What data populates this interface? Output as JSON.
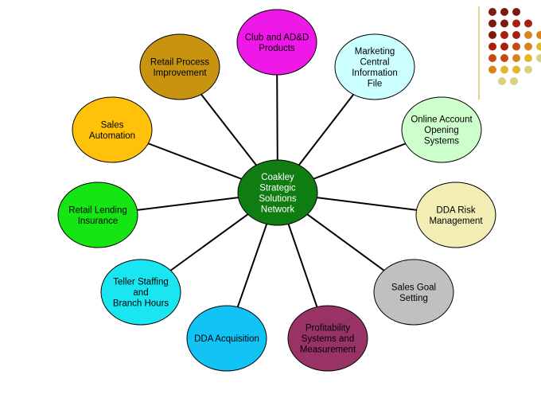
{
  "hub": {
    "label_lines": [
      "Coakley",
      "Strategic",
      "Solutions",
      "Network"
    ],
    "color": "#0f7d12"
  },
  "nodes": [
    {
      "id": "club-and-add-products",
      "label_lines": [
        "Club and AD&D",
        "Products"
      ],
      "color": "#f018e8"
    },
    {
      "id": "marketing-central-information-file",
      "label_lines": [
        "Marketing",
        "Central",
        "Information",
        "File"
      ],
      "color": "#ccffff"
    },
    {
      "id": "online-account-opening-systems",
      "label_lines": [
        "Online Account",
        "Opening",
        "Systems"
      ],
      "color": "#ccffcc"
    },
    {
      "id": "dda-risk-management",
      "label_lines": [
        "DDA Risk",
        "Management"
      ],
      "color": "#f3eeb5"
    },
    {
      "id": "sales-goal-setting",
      "label_lines": [
        "Sales Goal",
        "Setting"
      ],
      "color": "#c0c0c0"
    },
    {
      "id": "profitability-systems-and-measurement",
      "label_lines": [
        "Profitability",
        "Systems and",
        "Measurement"
      ],
      "color": "#993366"
    },
    {
      "id": "dda-acquisition",
      "label_lines": [
        "DDA Acquisition"
      ],
      "color": "#11c4f5"
    },
    {
      "id": "teller-staffing-and-branch-hours",
      "label_lines": [
        "Teller Staffing",
        "and",
        "Branch Hours"
      ],
      "color": "#1ae6f2"
    },
    {
      "id": "retail-lending-insurance",
      "label_lines": [
        "Retail Lending",
        "Insurance"
      ],
      "color": "#15e613"
    },
    {
      "id": "sales-automation",
      "label_lines": [
        "Sales",
        "Automation"
      ],
      "color": "#ffc10a"
    },
    {
      "id": "retail-process-improvement",
      "label_lines": [
        "Retail Process",
        "Improvement"
      ],
      "color": "#c8930f"
    }
  ],
  "decoration": {
    "dot_colors": [
      "#7a1c0c",
      "#a8200f",
      "#c44a12",
      "#d8841b",
      "#e0b928",
      "#d8d27a"
    ],
    "rule_color": "#c8a020"
  }
}
